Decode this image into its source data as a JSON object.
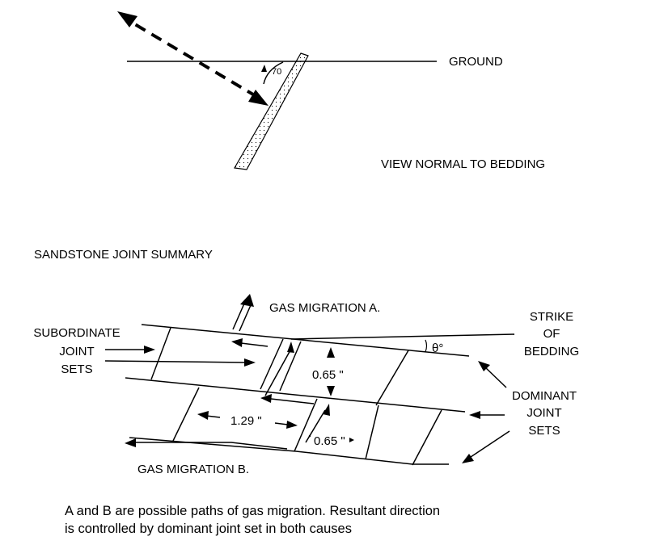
{
  "top_view": {
    "ground_label": "GROUND",
    "angle_label": "70",
    "view_label": "VIEW NORMAL TO BEDDING"
  },
  "summary": {
    "title": "SANDSTONE JOINT SUMMARY",
    "gas_migration_a": "GAS MIGRATION A.",
    "gas_migration_b": "GAS MIGRATION B.",
    "subordinate_lines": [
      "SUBORDINATE",
      "JOINT",
      "SETS"
    ],
    "strike_lines": [
      "STRIKE",
      "OF",
      "BEDDING"
    ],
    "theta_label": "θ°",
    "dominant_lines": [
      "DOMINANT",
      "JOINT",
      "SETS"
    ],
    "spacing_vertical": "0.65 \"",
    "spacing_horizontal": "1.29 \"",
    "spacing_diagonal": "0.65 \""
  },
  "caption": {
    "line1": "A and B are possible paths of gas migration.  Resultant direction",
    "line2": "is controlled by dominant joint set in both causes"
  }
}
